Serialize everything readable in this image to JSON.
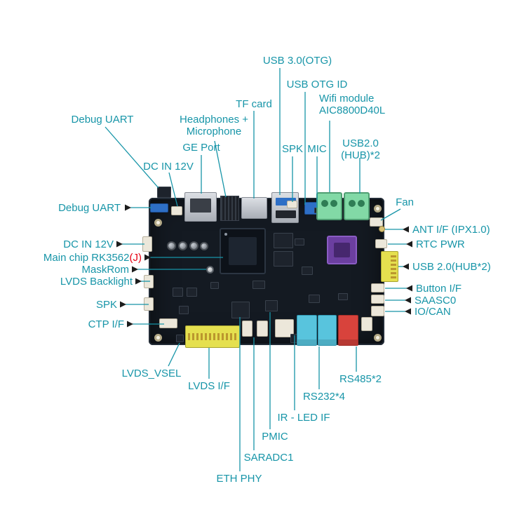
{
  "figure": {
    "title": "Annotated single-board-computer port diagram"
  },
  "colors": {
    "label": "#1795a8",
    "red_text": "#e60012",
    "board": "#141a22",
    "green": "#82d9a6",
    "yellow": "#e5e04f",
    "cyan": "#58c4dd",
    "redc": "#d8433c",
    "usb_blue": "#2e6fc6",
    "purple": "#6b3fa0"
  },
  "labels": {
    "usb3_otg": "USB 3.0(OTG)",
    "usb_otg_id": "USB OTG ID",
    "wifi_line1": "Wifi module",
    "wifi_line2": "AIC8800D40L",
    "tf_card": "TF card",
    "hp_line1": "Headphones +",
    "hp_line2": "Microphone",
    "debug_uart_top": "Debug UART",
    "ge_port": "GE Port",
    "spk_top": "SPK",
    "mic": "MIC",
    "usb2_line1": "USB2.0",
    "usb2_line2": "(HUB)*2",
    "dc_in_top": "DC IN 12V",
    "fan": "Fan",
    "debug_uart_left": "Debug UART",
    "dc_in_left": "DC IN 12V",
    "main_chip": "Main chip RK3562",
    "main_chip_suffix": "(J)",
    "maskrom": "MaskRom",
    "lvds_backlight": "LVDS Backlight",
    "spk_left": "SPK",
    "ctp_if": "CTP I/F",
    "ant_if": "ANT I/F (IPX1.0)",
    "rtc_pwr": "RTC PWR",
    "usb2_hub_right": "USB 2.0(HUB*2)",
    "button_if": "Button I/F",
    "saasc0": "SAASC0",
    "io_can": "IO/CAN",
    "lvds_vsel": "LVDS_VSEL",
    "lvds_if": "LVDS I/F",
    "rs485": "RS485*2",
    "rs232": "RS232*4",
    "ir_led_if": "IR - LED IF",
    "pmic": "PMIC",
    "saradc1": "SARADC1",
    "eth_phy": "ETH PHY"
  }
}
